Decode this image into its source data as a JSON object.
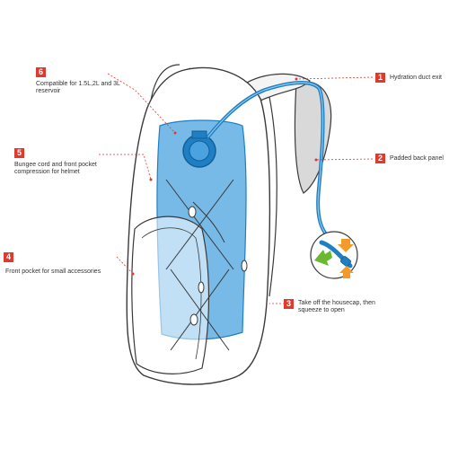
{
  "colors": {
    "badge": "#e03a2e",
    "reservoir": "#4aa3e0",
    "tube": "#1f7fc4",
    "outline": "#3a3a3a",
    "arrow_green": "#6ab82f",
    "arrow_orange": "#f39a28"
  },
  "callouts": [
    {
      "num": "1",
      "text": "Hydration duct exit"
    },
    {
      "num": "2",
      "text": "Padded back panel"
    },
    {
      "num": "3",
      "text": "Take off the housecap, then squeeze to open"
    },
    {
      "num": "4",
      "text": "Front pocket for small accessories"
    },
    {
      "num": "5",
      "text": "Bungee cord and front pocket compression for helmet"
    },
    {
      "num": "6",
      "text": "Compatible for 1.5L,2L and 3L reservoir"
    }
  ]
}
